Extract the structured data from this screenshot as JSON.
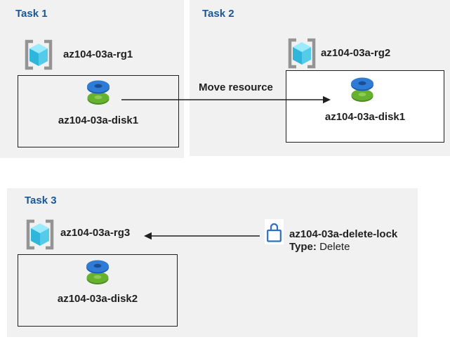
{
  "colors": {
    "panel_bg": "#f1f1f1",
    "title_blue": "#1a5794",
    "text": "#1f1f1f",
    "border": "#1f1f1f",
    "arrow": "#1f1f1f",
    "white": "#ffffff",
    "rg_bracket": "#949494",
    "rg_cube_top": "#9bebff",
    "rg_cube_left": "#30b6da",
    "rg_cube_right": "#54cbe8",
    "disk_blue": "#2e7cd6",
    "disk_blue_dark": "#1d5fae",
    "disk_hole_blue": "#1a4e94",
    "disk_green": "#66b22e",
    "disk_green_dark": "#4c8c24",
    "disk_hole_green": "#8ccc55",
    "lock_blue": "#2e6fc7"
  },
  "tasks": [
    {
      "title": "Task 1",
      "resource_group": "az104-03a-rg1",
      "disk": "az104-03a-disk1"
    },
    {
      "title": "Task 2",
      "resource_group": "az104-03a-rg2",
      "disk": "az104-03a-disk1"
    },
    {
      "title": "Task 3",
      "resource_group": "az104-03a-rg3",
      "disk": "az104-03a-disk2"
    }
  ],
  "move_arrow": {
    "label": "Move resource"
  },
  "delete_lock": {
    "name": "az104-03a-delete-lock",
    "type_label": "Type:",
    "type_value": "Delete"
  }
}
